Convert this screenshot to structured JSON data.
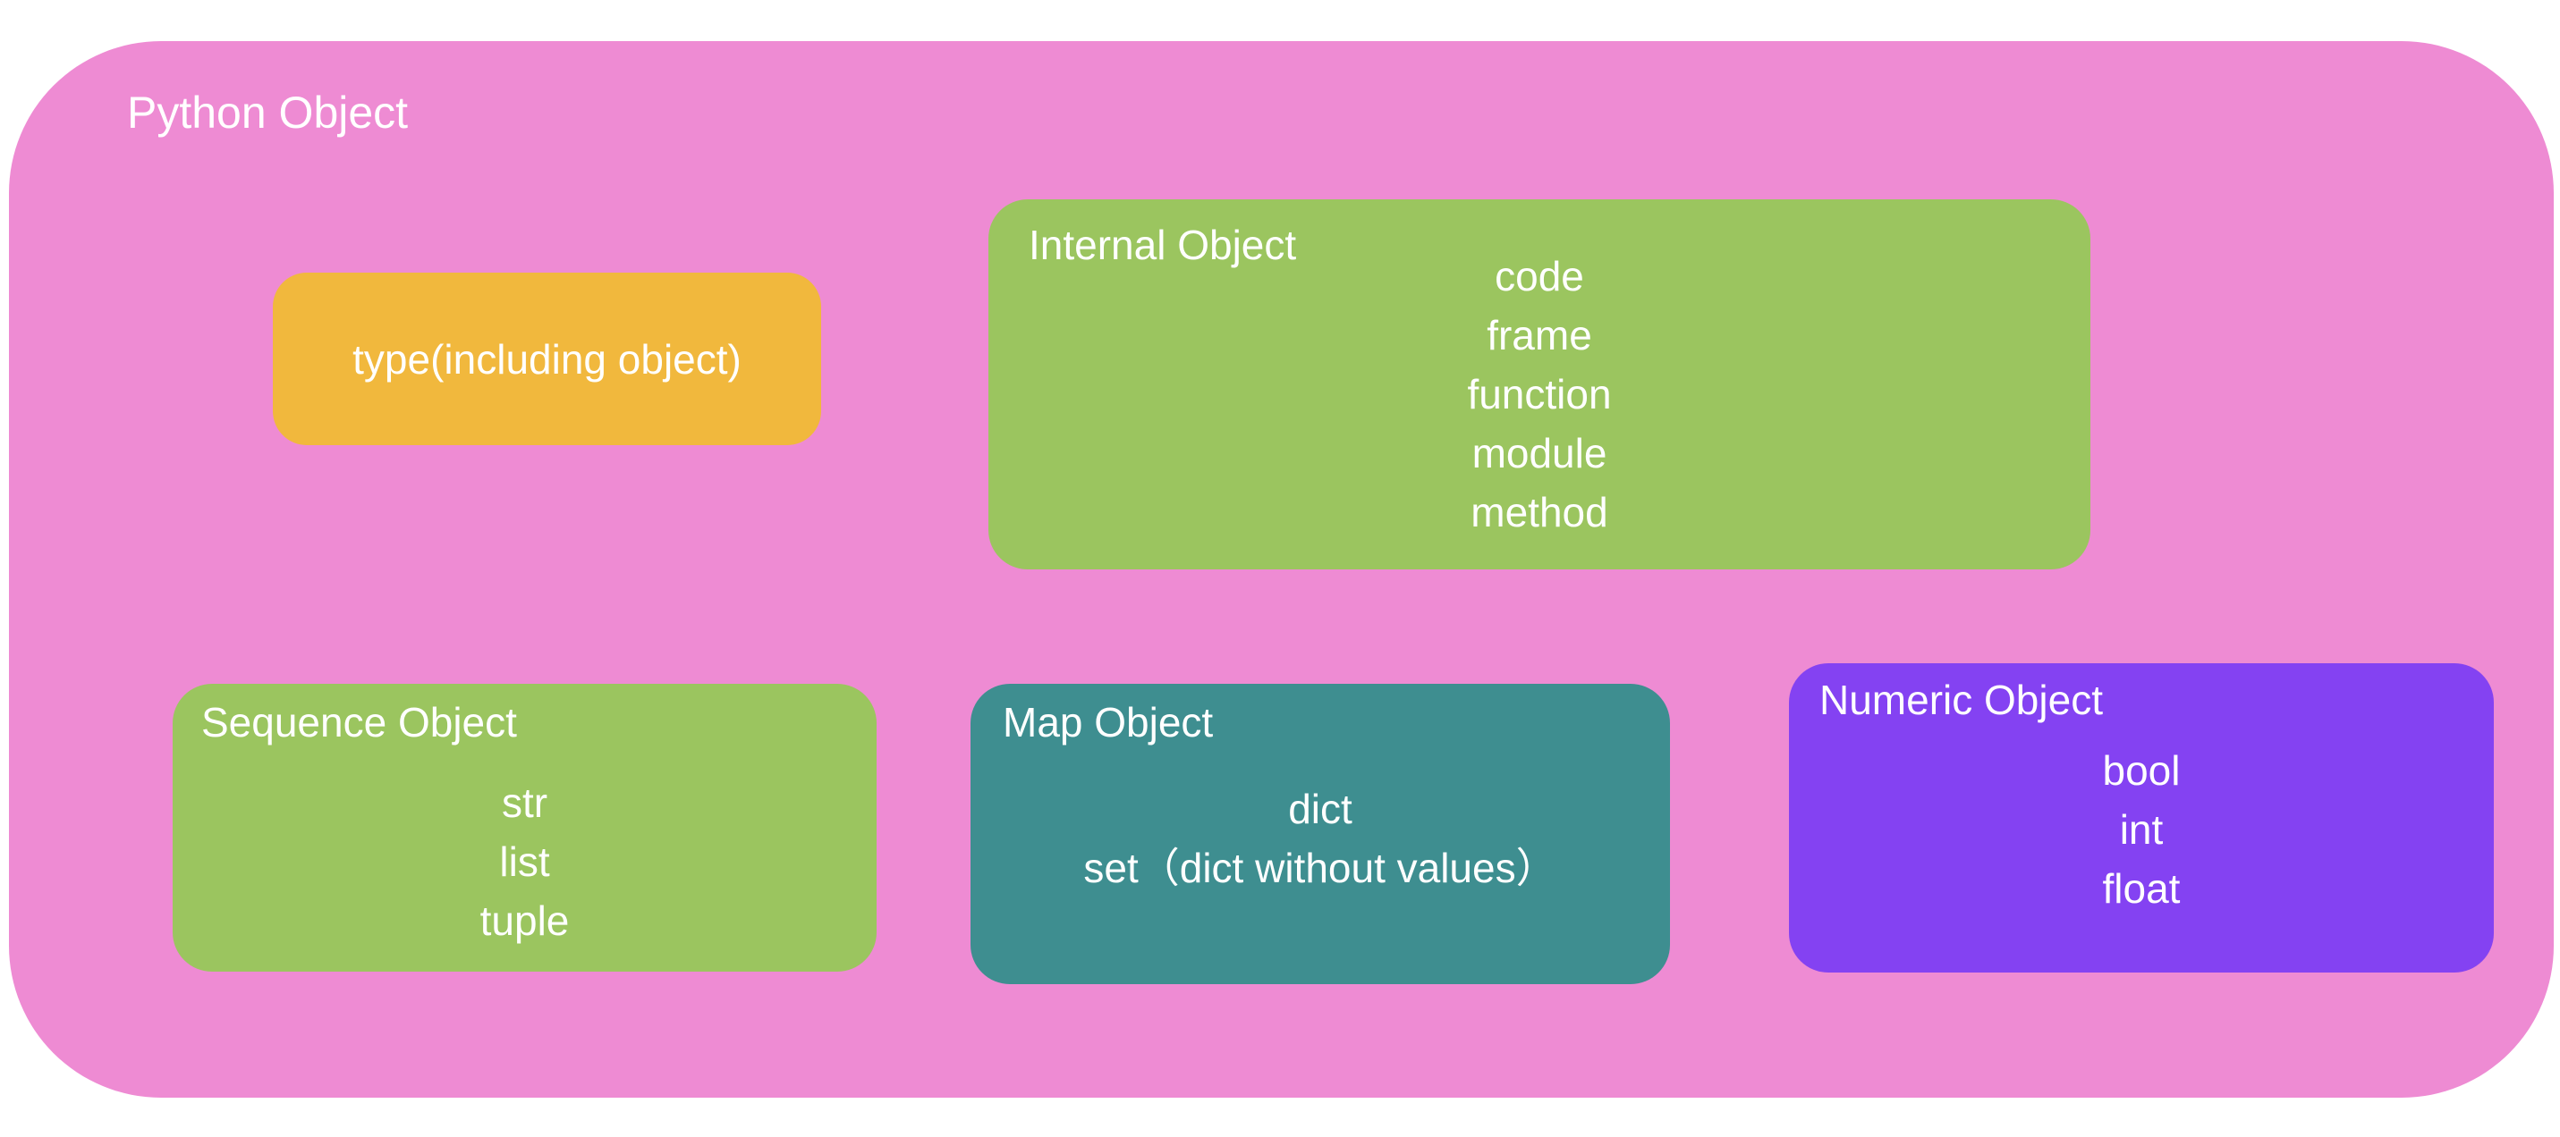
{
  "title": "Python Object",
  "palette": {
    "page_background": "#ffffff",
    "container_pink": "#ee8bd3",
    "type_orange": "#f1b83d",
    "object_green": "#9bc55f",
    "map_teal": "#3e8e90",
    "numeric_purple": "#8442f2",
    "text": "#ffffff"
  },
  "boxes": {
    "type": {
      "text": "type(including object)"
    },
    "internal": {
      "title": "Internal Object",
      "items": [
        "code",
        "frame",
        "function",
        "module",
        "method"
      ]
    },
    "sequence": {
      "title": "Sequence Object",
      "items": [
        "str",
        "list",
        "tuple"
      ]
    },
    "map": {
      "title": "Map Object",
      "items": [
        "dict",
        "set（dict without values）"
      ]
    },
    "numeric": {
      "title": "Numeric Object",
      "items": [
        "bool",
        "int",
        "float"
      ]
    }
  }
}
